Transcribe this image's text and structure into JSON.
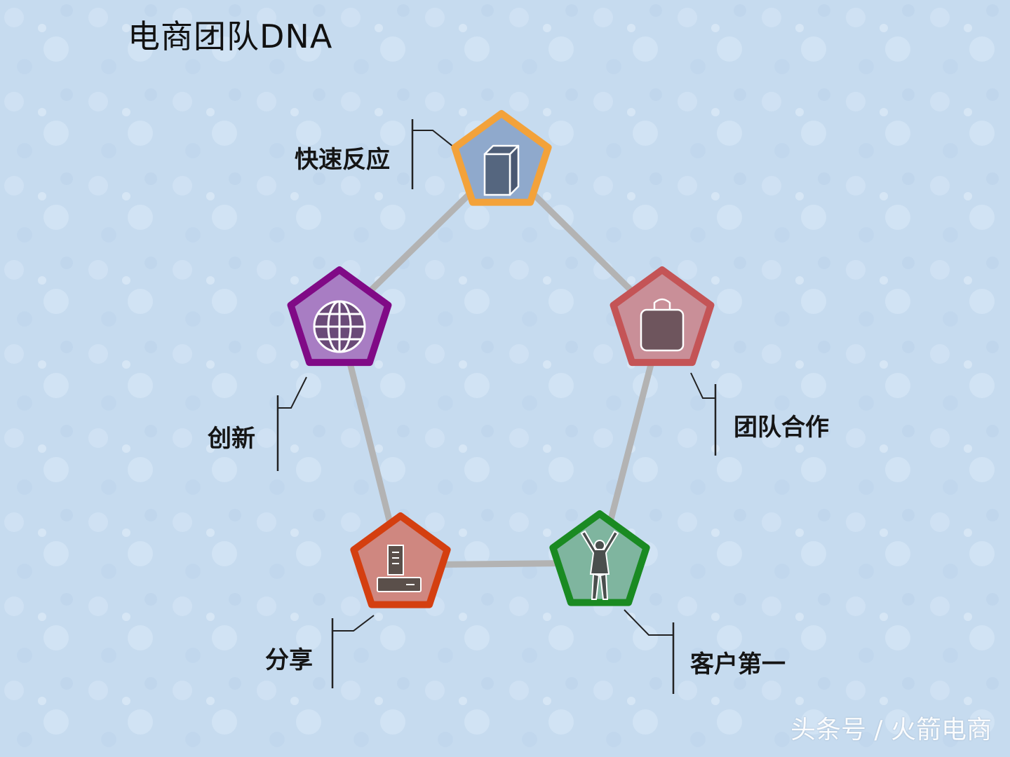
{
  "title": "电商团队DNA",
  "nodes": [
    {
      "label": "快速反应",
      "icon": "box-icon",
      "color": "#f3a23a",
      "fill": "#8fa9cc"
    },
    {
      "label": "团队合作",
      "icon": "bag-icon",
      "color": "#c45456",
      "fill": "#c98f98"
    },
    {
      "label": "客户第一",
      "icon": "person-icon",
      "color": "#1a8a22",
      "fill": "#7fb59f"
    },
    {
      "label": "分享",
      "icon": "computer-icon",
      "color": "#d43f10",
      "fill": "#cf8780"
    },
    {
      "label": "创新",
      "icon": "globe-icon",
      "color": "#800a86",
      "fill": "#a87dc3"
    }
  ],
  "connector_color": "#b3b3b3",
  "watermark": "头条号 / 火箭电商"
}
